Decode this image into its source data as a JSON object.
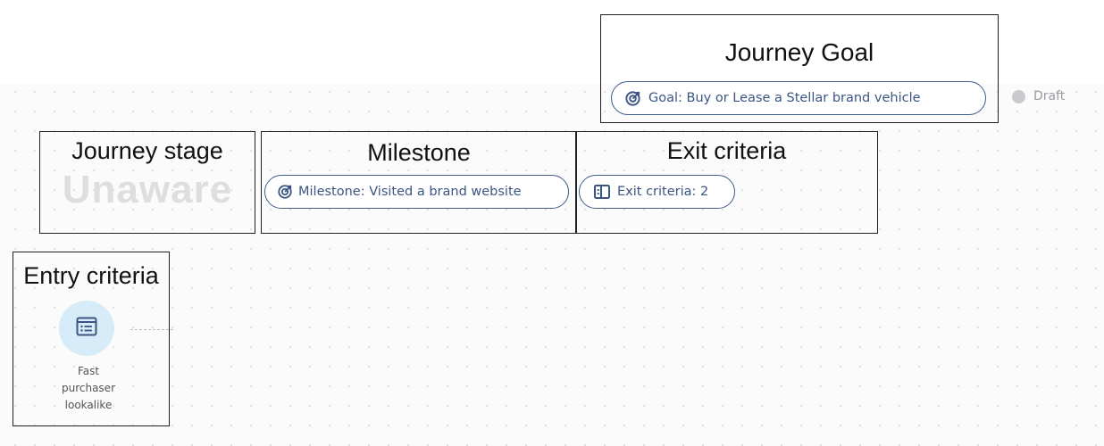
{
  "journey_goal": {
    "title": "Journey Goal",
    "pill_label": "Goal: Buy or Lease a Stellar brand vehicle",
    "icon": "target-icon"
  },
  "status": {
    "label": "Draft",
    "dot_color": "#c9cacd"
  },
  "journey_stage": {
    "title": "Journey stage",
    "stage_name": "Unaware"
  },
  "milestone": {
    "title": "Milestone",
    "pill_label": "Milestone: Visited a brand website",
    "icon": "target-icon"
  },
  "exit_criteria": {
    "title": "Exit criteria",
    "pill_label": "Exit criteria: 2",
    "icon": "exit-panel-icon"
  },
  "entry_criteria": {
    "title": "Entry criteria",
    "node_label_lines": [
      "Fast",
      "purchaser",
      "lookalike"
    ],
    "icon": "list-card-icon"
  },
  "colors": {
    "pill_border": "#3f5d87",
    "pill_text": "#3a5582",
    "entry_circle": "#d6ecf8",
    "stage_name": "#dddee0"
  }
}
